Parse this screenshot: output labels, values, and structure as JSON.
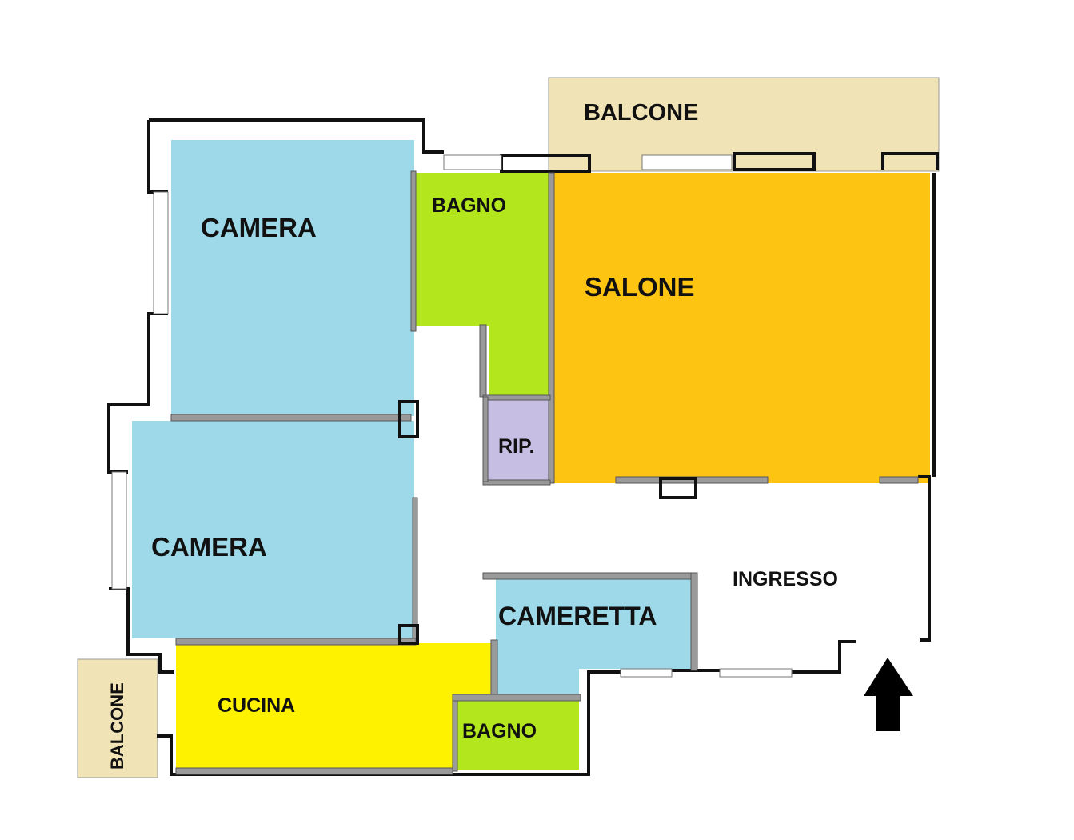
{
  "rooms": {
    "balcone_top": {
      "label": "BALCONE",
      "color": "#f0e3b5"
    },
    "camera_1": {
      "label": "CAMERA",
      "color": "#9dd9e9"
    },
    "bagno_top": {
      "label": "BAGNO",
      "color": "#b4e61e"
    },
    "salone": {
      "label": "SALONE",
      "color": "#fdc412"
    },
    "rip": {
      "label": "RIP.",
      "color": "#c7bee3"
    },
    "camera_2": {
      "label": "CAMERA",
      "color": "#9dd9e9"
    },
    "ingresso": {
      "label": "INGRESSO",
      "color": "#ffffff"
    },
    "cameretta": {
      "label": "CAMERETTA",
      "color": "#9dd9e9"
    },
    "balcone_left": {
      "label": "BALCONE",
      "color": "#f0e3b5"
    },
    "cucina": {
      "label": "CUCINA",
      "color": "#fff200"
    },
    "bagno_bottom": {
      "label": "BAGNO",
      "color": "#b4e61e"
    }
  },
  "entrance_arrow": {
    "icon": "arrow-up-icon",
    "color": "#000000"
  }
}
